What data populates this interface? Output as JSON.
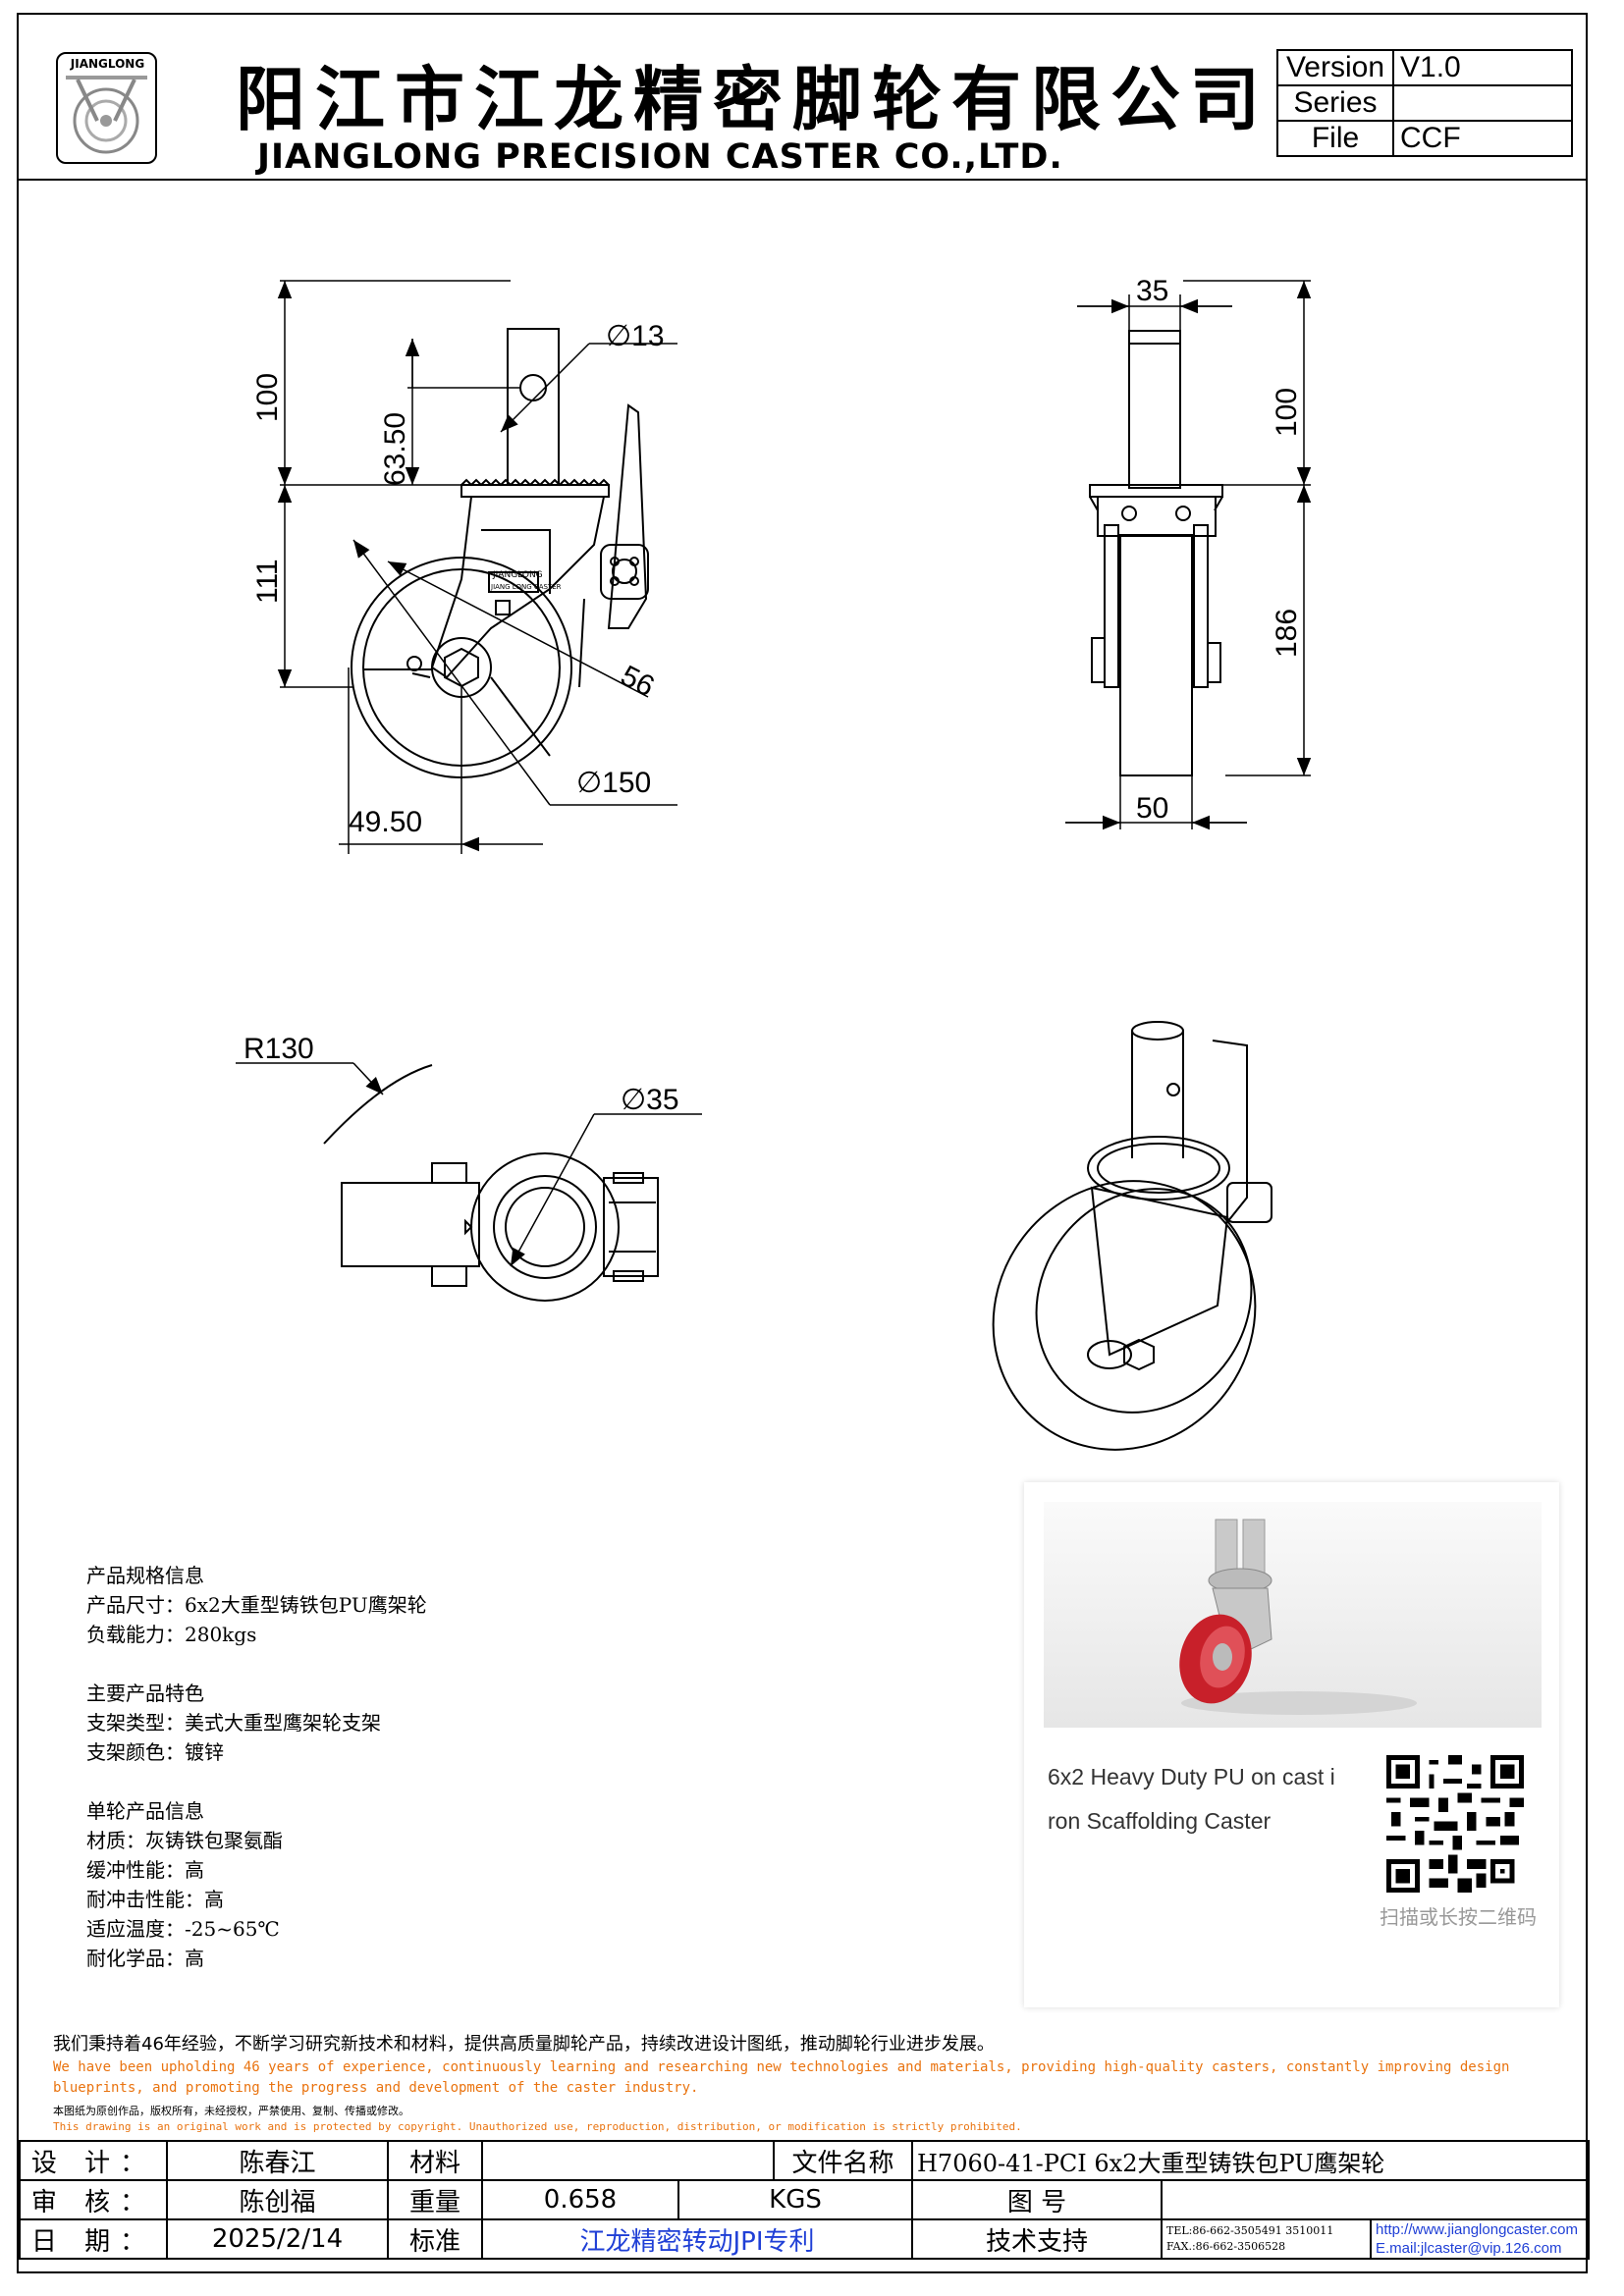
{
  "header": {
    "logo_text": "JIANGLONG",
    "company_cn": "阳江市江龙精密脚轮有限公司",
    "company_en": "JIANGLONG PRECISION CASTER CO.,LTD.",
    "version_label": "Version",
    "version_value": "V1.0",
    "series_label": "Series",
    "series_value": "",
    "file_label": "File",
    "file_value": "CCF"
  },
  "drawing": {
    "front": {
      "d_stem_hole": "∅13",
      "h_stem": "100",
      "h_hole": "63.50",
      "h_lower": "111",
      "r_brake": "56",
      "d_wheel": "∅150",
      "offset": "49.50"
    },
    "side": {
      "w_stem": "35",
      "h_stem": "100",
      "h_total": "186",
      "w_wheel": "50"
    },
    "top": {
      "swivel_radius": "R130",
      "d_stem": "∅35"
    },
    "plate_text": [
      "JIANGLONG",
      "JIANG LONG CASTER"
    ]
  },
  "specs": [
    {
      "title": "产品规格信息",
      "lines": [
        "产品尺寸：6x2大重型铸铁包PU鹰架轮",
        "负载能力：280kgs"
      ]
    },
    {
      "title": "主要产品特色",
      "lines": [
        "支架类型：美式大重型鹰架轮支架",
        "支架颜色：镀锌"
      ]
    },
    {
      "title": "单轮产品信息",
      "lines": [
        "材质：灰铸铁包聚氨酯",
        "缓冲性能：高",
        "耐冲击性能：高",
        "适应温度：-25~65℃",
        "耐化学品：高"
      ]
    }
  ],
  "card": {
    "caption_line1": "6x2 Heavy Duty PU on cast i",
    "caption_line2": "ron Scaffolding Caster",
    "qr_hint": "扫描或长按二维码"
  },
  "notes": {
    "cn": "我们秉持着46年经验，不断学习研究新技术和材料，提供高质量脚轮产品，持续改进设计图纸，推动脚轮行业进步发展。",
    "en": "We have been upholding 46 years of experience, continuously learning and researching new technologies and materials, providing high-quality casters, constantly improving design blueprints, and promoting the progress and development of the caster industry.",
    "copyright_cn": "本图纸为原创作品，版权所有，未经授权，严禁使用、复制、传播或修改。",
    "copyright_en": "This drawing is an original work and is protected by copyright. Unauthorized use, reproduction, distribution, or modification is strictly prohibited."
  },
  "title_block": {
    "design_label": "设 计：",
    "design_value": "陈春江",
    "material_label": "材料",
    "material_value": "",
    "file_name_label": "文件名称",
    "file_name_value": "H7060-41-PCI  6x2大重型铸铁包PU鹰架轮",
    "review_label": "审 核：",
    "review_value": "陈创福",
    "weight_label": "重量",
    "weight_value": "0.658",
    "weight_unit": "KGS",
    "drawing_no_label": "图  号",
    "drawing_no_value": "",
    "date_label": "日 期：",
    "date_value": "2025/2/14",
    "standard_label": "标准",
    "standard_value": "江龙精密转动JPI专利",
    "support_label": "技术支持",
    "tel": "TEL:86-662-3505491 3510011",
    "fax": "FAX.:86-662-3506528",
    "website": "http://www.jianglongcaster.com",
    "email": "E.mail:jlcaster@vip.126.com"
  },
  "colors": {
    "note_orange": "#e9730f",
    "link_blue": "#1f3fd6",
    "wheel_red": "#c8202a"
  }
}
